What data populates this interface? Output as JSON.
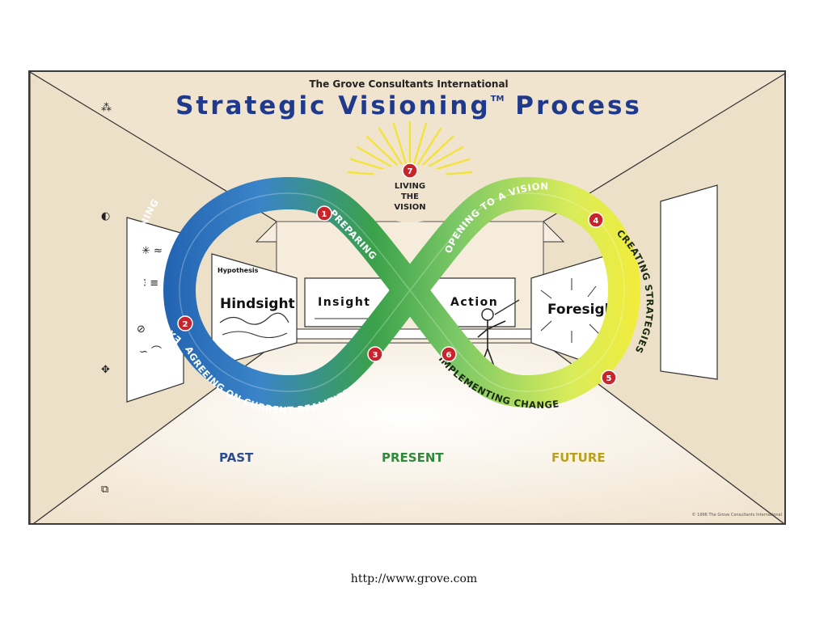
{
  "header": {
    "organization": "The Grove Consultants International",
    "title": "Strategic Visioning",
    "trademark": "TM",
    "title_suffix": "Process"
  },
  "center": {
    "step_number": "7",
    "line1": "LIVING",
    "line2": "THE",
    "line3": "VISION"
  },
  "frames": {
    "hindsight_small": "Hypothesis",
    "hindsight": "Hindsight",
    "insight": "Insight",
    "action": "Action",
    "foresight": "Foresight"
  },
  "steps": [
    {
      "number": "1",
      "label": "PREPARING"
    },
    {
      "number": "2",
      "label": "EXPLORING AND LEARNING"
    },
    {
      "number": "3",
      "label": "AGREEING ON CURRENT REALITIES"
    },
    {
      "number": "4",
      "label": "OPENING TO A VISION"
    },
    {
      "number": "5",
      "label": "CREATING STRATEGIES"
    },
    {
      "number": "6",
      "label": "IMPLEMENTING CHANGE"
    }
  ],
  "timeline": {
    "past": "PAST",
    "present": "PRESENT",
    "future": "FUTURE"
  },
  "copyright": "© 1996 The Grove Consultants International",
  "footer": {
    "url": "http://www.grove.com"
  },
  "colors": {
    "blue": "#2f6fb5",
    "green": "#3ea14a",
    "light_green": "#8fd07a",
    "yellow": "#f2ea3a",
    "badge_red": "#c8242b",
    "title_blue": "#1f3a8c"
  },
  "icons": [
    "sparkle-icon",
    "half-circle-icon",
    "cross-arrows-icon",
    "copy-icon"
  ]
}
